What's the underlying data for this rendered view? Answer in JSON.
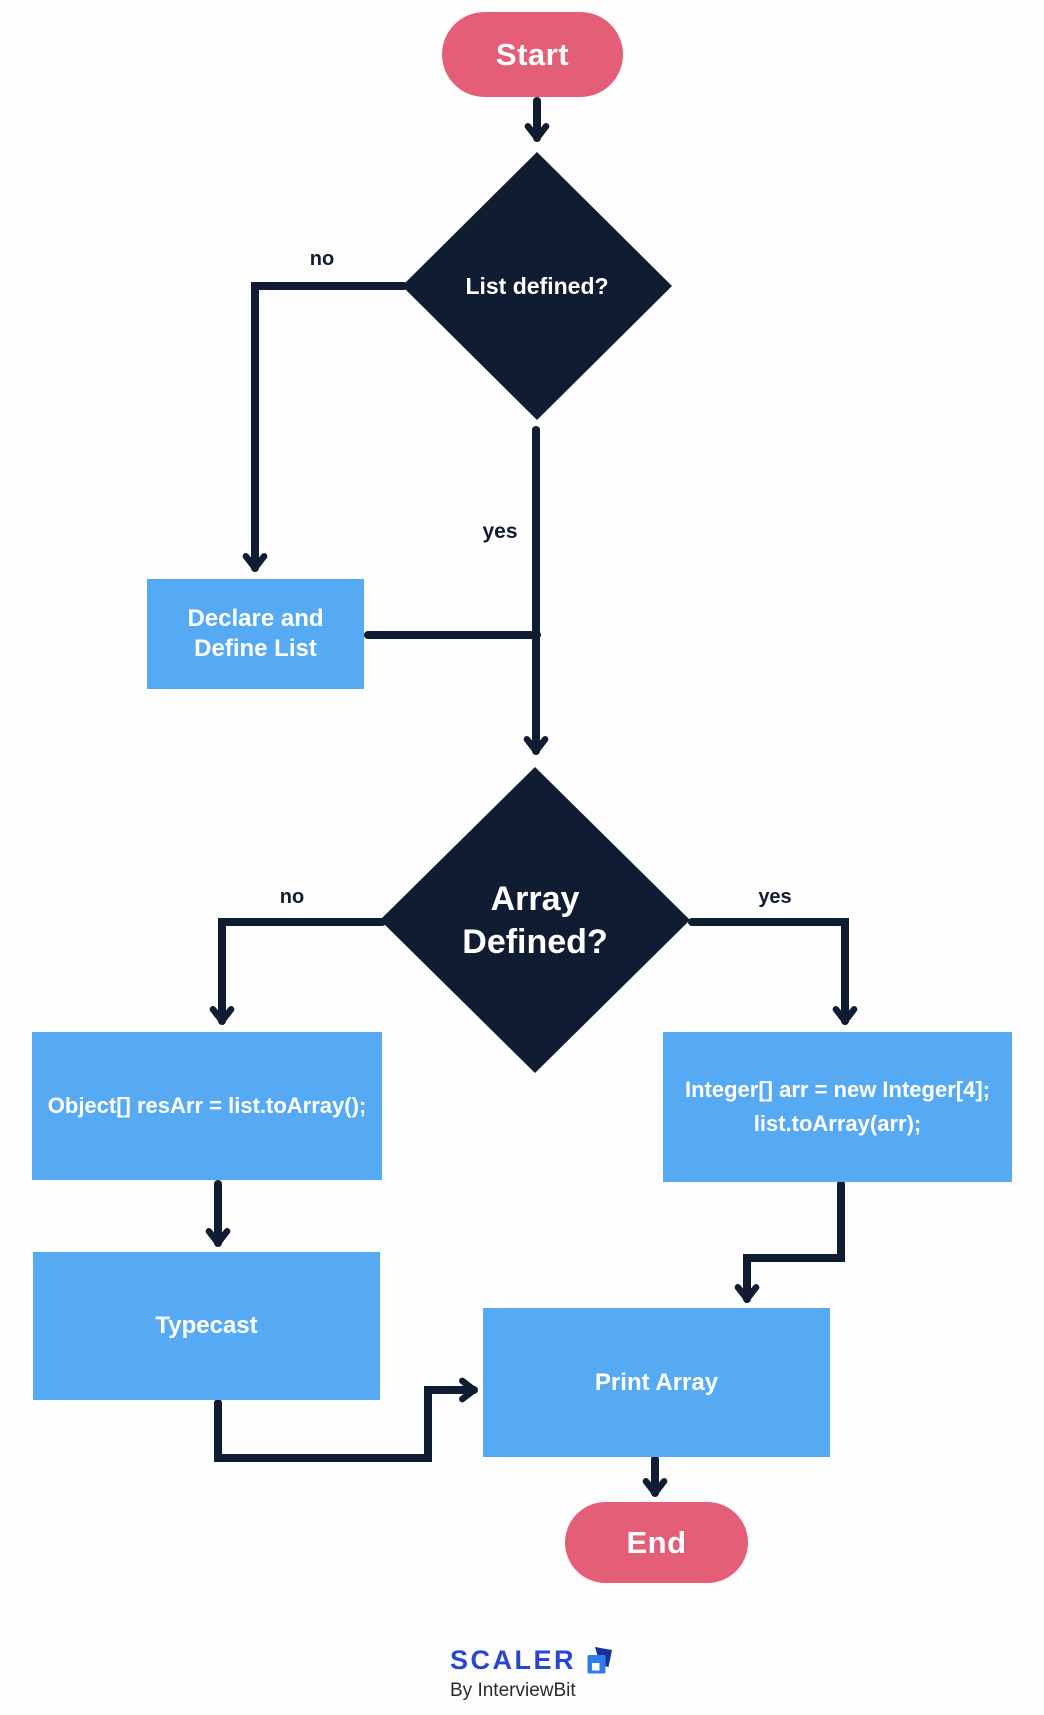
{
  "flowchart": {
    "start_label": "Start",
    "end_label": "End",
    "decision1": {
      "label": "List defined?",
      "no": "no",
      "yes": "yes"
    },
    "decision2": {
      "label": "Array Defined?",
      "no": "no",
      "yes": "yes"
    },
    "process_declare": {
      "label": "Declare and Define List"
    },
    "process_object": {
      "label": "Object[] resArr = list.toArray();"
    },
    "process_integer": {
      "line1": "Integer[] arr = new Integer[4];",
      "line2": "list.toArray(arr);"
    },
    "process_typecast": {
      "label": "Typecast"
    },
    "process_print": {
      "label": "Print Array"
    }
  },
  "footer": {
    "brand": "SCALER",
    "byline": "By InterviewBit"
  },
  "colors": {
    "terminal_pink": "#e45e78",
    "process_blue": "#55aaf3",
    "ink_navy": "#0f1c31",
    "brand_blue": "#2946d2",
    "icon_blue_bright": "#2e7bea",
    "icon_blue_dark": "#16329e"
  }
}
